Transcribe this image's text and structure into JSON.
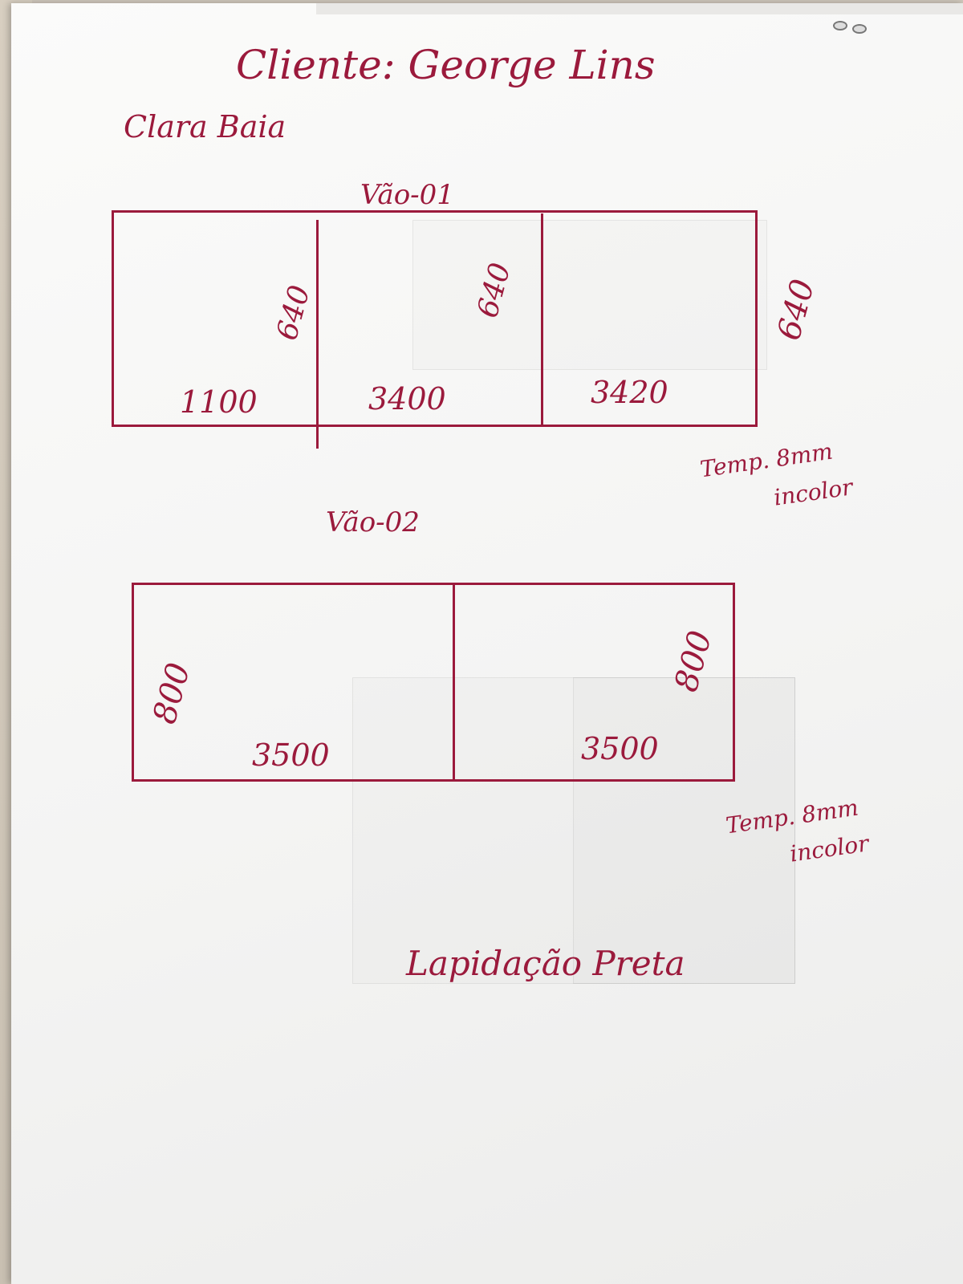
{
  "header": {
    "client_line": "Cliente: George Lins",
    "color_line": "Clara Baia"
  },
  "vao_01": {
    "title": "Vão-01",
    "panels": [
      {
        "width": "1100",
        "height": "640"
      },
      {
        "width": "3400",
        "height": "640"
      },
      {
        "width": "3420",
        "height": "640"
      }
    ],
    "note_line1": "Temp. 8mm",
    "note_line2": "incolor"
  },
  "vao_02": {
    "title": "Vão-02",
    "panels": [
      {
        "width": "3500",
        "height": "800"
      },
      {
        "width": "3500",
        "height": "800"
      }
    ],
    "note_line1": "Temp. 8mm",
    "note_line2": "incolor"
  },
  "footer": {
    "finish": "Lapidação Preta"
  },
  "colors": {
    "ink": "#9b1a3c",
    "paper": "#f6f6f5"
  }
}
